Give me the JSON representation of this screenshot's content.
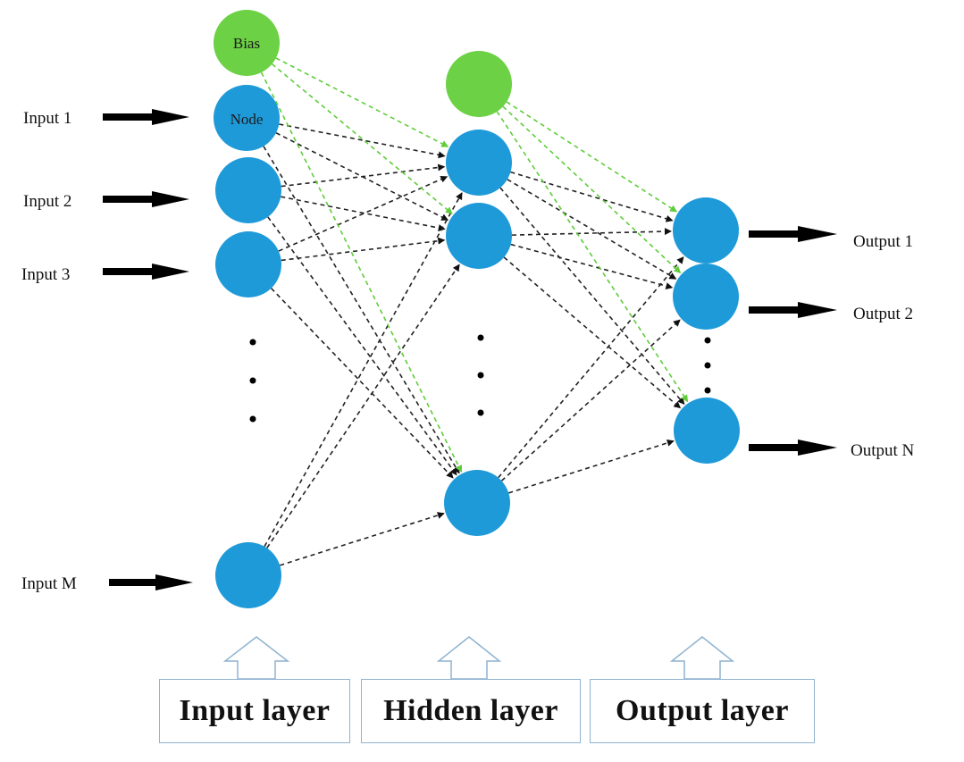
{
  "labels": {
    "bias": "Bias",
    "node": "Node"
  },
  "inputs": [
    "Input 1",
    "Input 2",
    "Input 3",
    "Input M"
  ],
  "outputs": [
    "Output 1",
    "Output 2",
    "Output N"
  ],
  "layers": [
    "Input layer",
    "Hidden layer",
    "Output layer"
  ],
  "colors": {
    "neuron": "#1f9ad9",
    "bias": "#6cd144",
    "arrow": "#000000",
    "weight_line": "#222222",
    "bias_line": "#5fcc3a",
    "box_border": "#8fb3d0"
  }
}
